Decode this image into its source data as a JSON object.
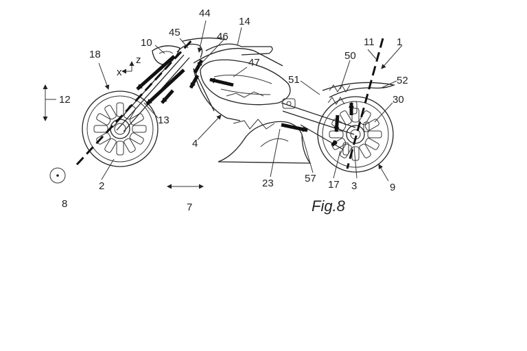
{
  "figure": {
    "caption": "Fig.8",
    "labels": {
      "l1": "1",
      "l2": "2",
      "l3": "3",
      "l4": "4",
      "l7": "7",
      "l8": "8",
      "l9": "9",
      "l10": "10",
      "l11": "11",
      "l12": "12",
      "l13": "13",
      "l14": "14",
      "l17": "17",
      "l18": "18",
      "l23": "23",
      "l30": "30",
      "l44": "44",
      "l45": "45",
      "l46": "46",
      "l47": "47",
      "l50": "50",
      "l51": "51",
      "l52": "52",
      "l57": "57"
    },
    "axes": {
      "x": "x",
      "z": "z"
    }
  }
}
